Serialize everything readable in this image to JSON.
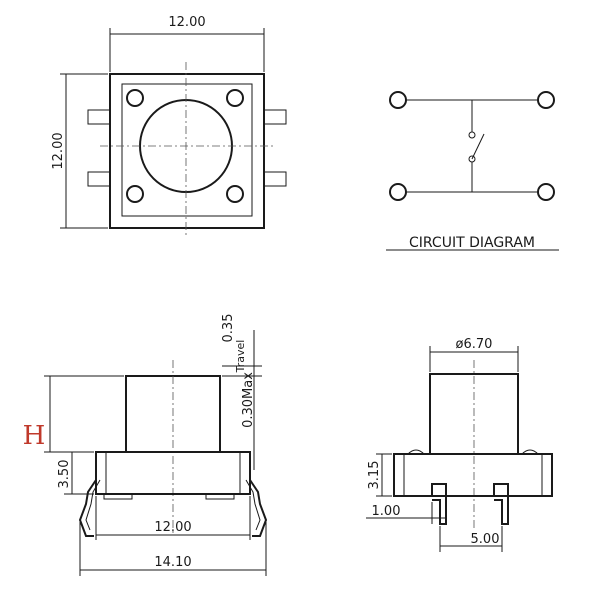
{
  "top_view": {
    "width_label": "12.00",
    "height_label": "12.00"
  },
  "circuit": {
    "caption": "CIRCUIT DIAGRAM"
  },
  "front_view": {
    "travel_top": "0.35",
    "travel_word": "Travel",
    "travel_max": "0.30Max",
    "h_label": "H",
    "base_height": "3.50",
    "inner_width": "12.00",
    "outer_width": "14.10"
  },
  "side_view": {
    "stem_dia": "ø6.70",
    "height": "3.15",
    "offset": "1.00",
    "pitch": "5.00"
  },
  "colors": {
    "line": "#1a1a1a",
    "h_label": "#c0392b"
  }
}
